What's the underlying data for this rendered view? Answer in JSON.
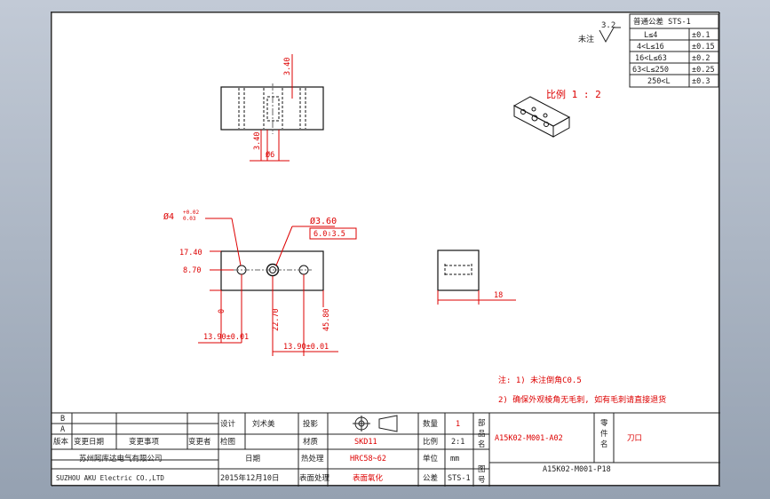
{
  "tolerance_table": {
    "header": "普通公差 STS-1",
    "rows": [
      {
        "range": "L≤4",
        "tol": "±0.1"
      },
      {
        "range": "4<L≤16",
        "tol": "±0.15"
      },
      {
        "range": "16<L≤63",
        "tol": "±0.2"
      },
      {
        "range": "63<L≤250",
        "tol": "±0.25"
      },
      {
        "range": "250<L",
        "tol": "±0.3"
      }
    ]
  },
  "surface_finish": {
    "value": "3.2",
    "note": "未注"
  },
  "scale_label": "比例 1 : 2",
  "dimensions": {
    "top_view_3_40_a": "3.40",
    "top_view_3_40_b": "3.40",
    "top_view_dia6": "Ø6",
    "hole_dia4": "Ø4",
    "hole_dia4_upper": "+0.02",
    "hole_dia4_lower": "0.03",
    "dia_3_60": "Ø3.60",
    "depth_note": "6.0⇩3.5",
    "left_17_40": "17.40",
    "left_8_70": "8.70",
    "left_0": "0",
    "v_22_70": "22.70",
    "v_45_80": "45.80",
    "h_13_90_a": "13.90±0.01",
    "h_13_90_b": "13.90±0.01",
    "side_18": "18"
  },
  "notes": {
    "line1": "注: 1) 未注倒角C0.5",
    "line2": "2) 确保外观棱角无毛刺, 如有毛刺请直接退货"
  },
  "title_block": {
    "rev_b": "B",
    "rev_a": "A",
    "col_version": "版本",
    "col_change_date": "变更日期",
    "col_change_item": "变更事项",
    "col_changer": "变更者",
    "col_check": "检图",
    "col_design": "设计",
    "designer": "刘术美",
    "projection": "投影",
    "material_label": "材质",
    "material": "SKD11",
    "qty_label": "数量",
    "qty": "1",
    "scale_label": "比例",
    "scale": "2:1",
    "unit_label": "单位",
    "unit": "mm",
    "tolerance_label": "公差",
    "tolerance": "STS-1",
    "heat_label": "热处理",
    "heat": "HRC58~62",
    "surface_label": "表面处理",
    "surface": "表面氧化",
    "date_label": "日期",
    "date": "2015年12月10日",
    "company_cn": "苏州阿库达电气有限公司",
    "company_en": "SUZHOU AKU Electric CO.,LTD",
    "part_label_1": "部",
    "part_label_2": "品",
    "part_label_3": "名",
    "part_code": "A15K02-M001-A02",
    "component_label_1": "零",
    "component_label_2": "件",
    "component_label_3": "名",
    "component_name": "刀口",
    "drawing_label_1": "图",
    "drawing_label_2": "号",
    "drawing_no": "A15K02-M001-P18"
  }
}
